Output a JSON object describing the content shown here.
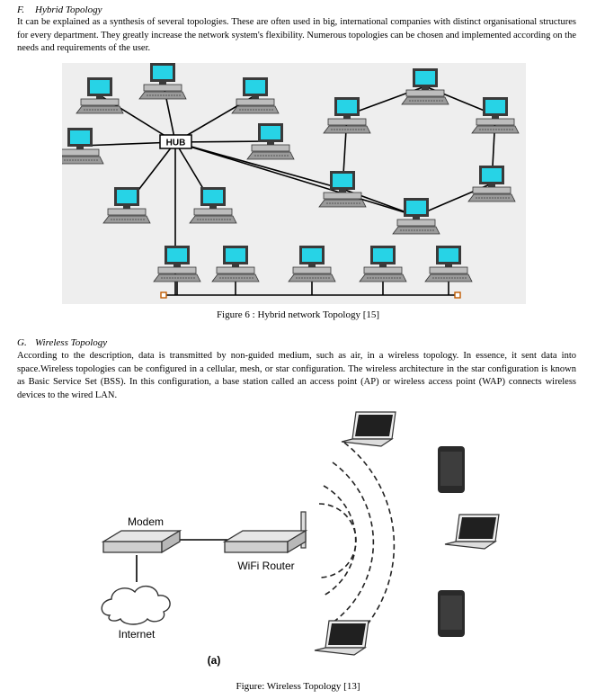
{
  "hybrid": {
    "heading_num": "F.",
    "heading_title": "Hybrid Topology",
    "paragraph": "It can be explained as a synthesis of several topologies. These are often used in big, international companies with distinct organisational structures for every department. They greatly increase the network system's flexibility. Numerous topologies can be chosen and implemented according on the needs and requirements of the user.",
    "hub_label": "HUB",
    "caption": "Figure 6 : Hybrid network Topology [15]"
  },
  "wireless": {
    "heading_num": "G.",
    "heading_title": "Wireless Topology",
    "paragraph": "According to the description, data is transmitted by non-guided medium, such as air, in a wireless topology. In essence, it sent data into space.Wireless topologies can be configured in a cellular, mesh, or star configuration. The wireless architecture in the star configuration is known as Basic Service Set (BSS). In this configuration, a base station called an access point (AP) or wireless access point (WAP) connects wireless devices to the wired LAN.",
    "modem_label": "Modem",
    "router_label": "WiFi Router",
    "internet_label": "Internet",
    "panel_label": "(a)",
    "caption": "Figure: Wireless Topology [13]"
  },
  "colors": {
    "screen": "#27d3e6",
    "monitor": "#3a3a3a",
    "device": "#dcdcdc",
    "line": "#000000"
  }
}
